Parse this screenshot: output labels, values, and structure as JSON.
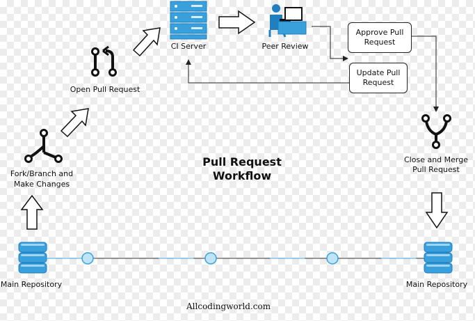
{
  "diagram": {
    "title_line1": "Pull Request",
    "title_line2": "Workflow",
    "nodes": {
      "main_repo_left": "Main Repository",
      "fork_branch_line1": "Fork/Branch and",
      "fork_branch_line2": "Make Changes",
      "open_pr": "Open Pull Request",
      "ci_server": "CI Server",
      "peer_review": "Peer Review",
      "approve_pr": "Approve Pull\nRequest",
      "update_pr": "Update Pull\nRequest",
      "close_merge_line1": "Close and Merge",
      "close_merge_line2": "Pull Request",
      "main_repo_right": "Main Repository"
    },
    "watermark": "Allcodingworld.com"
  },
  "colors": {
    "database": "#3aa0dc",
    "database_dark": "#1f7fbf",
    "timeline": "#3aa0dc",
    "icon_dark": "#111111"
  },
  "icons": [
    "database-icon",
    "git-branch-icon",
    "pull-request-icon",
    "server-icon",
    "person-at-desk-icon",
    "git-merge-icon",
    "arrow-icon"
  ]
}
